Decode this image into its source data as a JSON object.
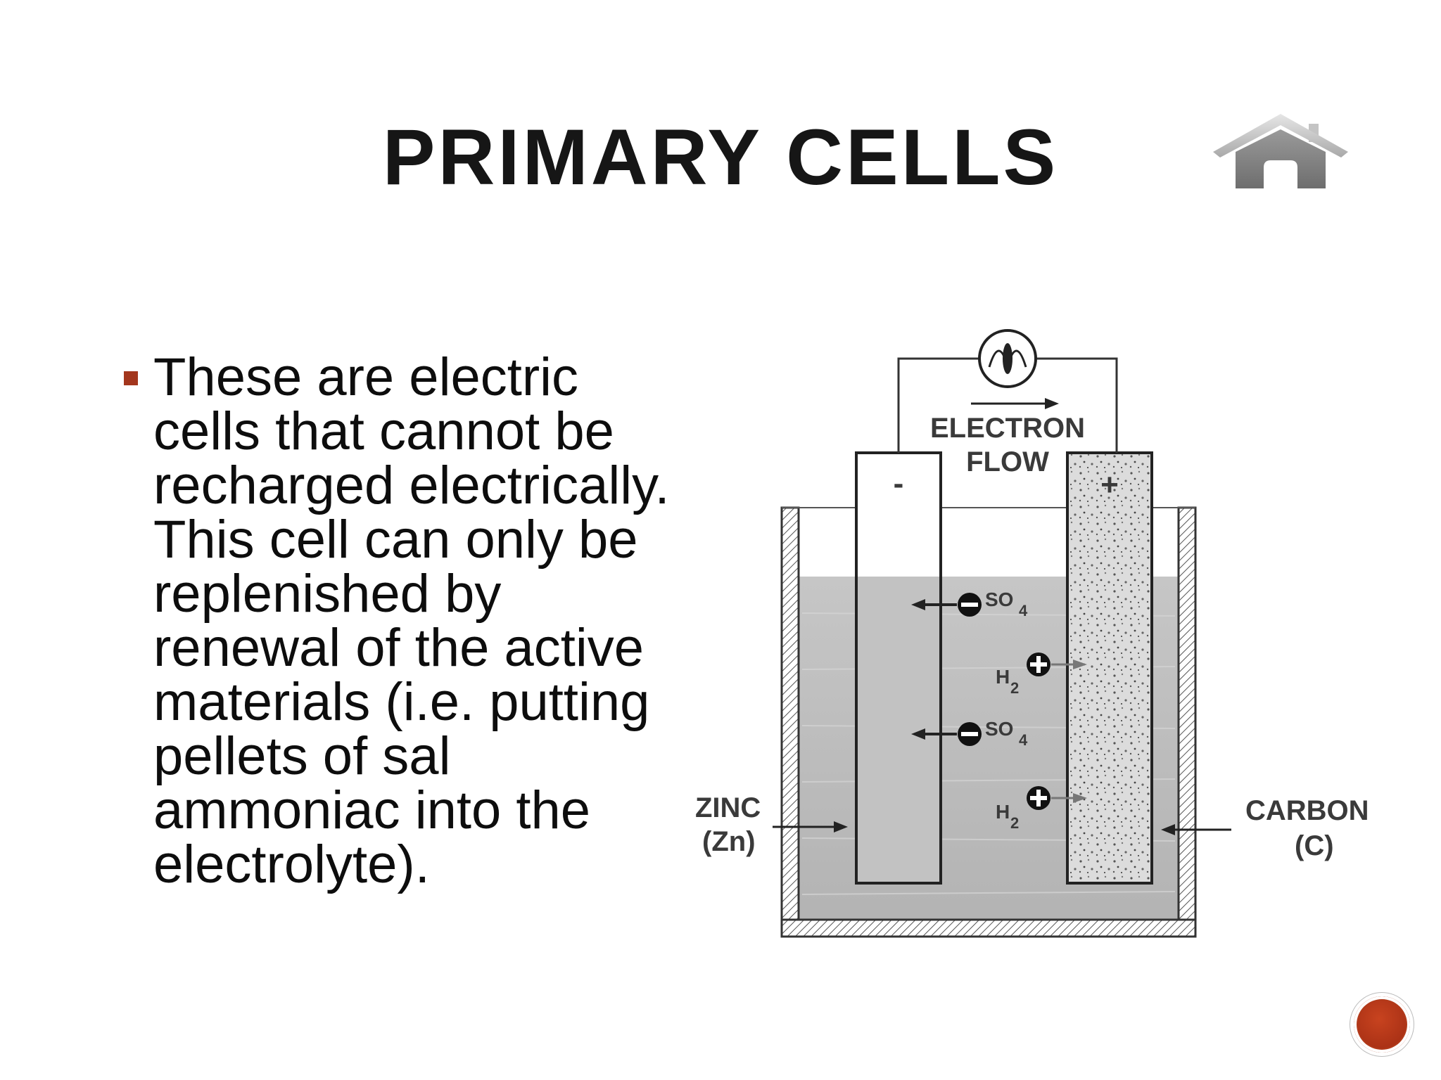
{
  "slide": {
    "title": "PRIMARY CELLS",
    "home_icon": "home-icon",
    "nav_icon": "circle-nav-button"
  },
  "content": {
    "bullet_text": "These are electric cells that cannot be recharged electrically. This cell can only be replenished by renewal of the active materials (i.e. putting pellets of sal ammoniac into the electrolyte)."
  },
  "diagram": {
    "electron_flow_line1": "ELECTRON",
    "electron_flow_line2": "FLOW",
    "negative_sign": "-",
    "positive_sign": "+",
    "so4": "SO",
    "so4_sub": "4",
    "h2": "H",
    "h2_sub": "2",
    "zinc_label": "ZINC",
    "zinc_symbol": "(Zn)",
    "carbon_label": "CARBON",
    "carbon_symbol": "(C)"
  },
  "colors": {
    "bullet_accent": "#a3361d",
    "nav_button": "#b23a1a",
    "electrolyte": "#bdbdbd"
  }
}
